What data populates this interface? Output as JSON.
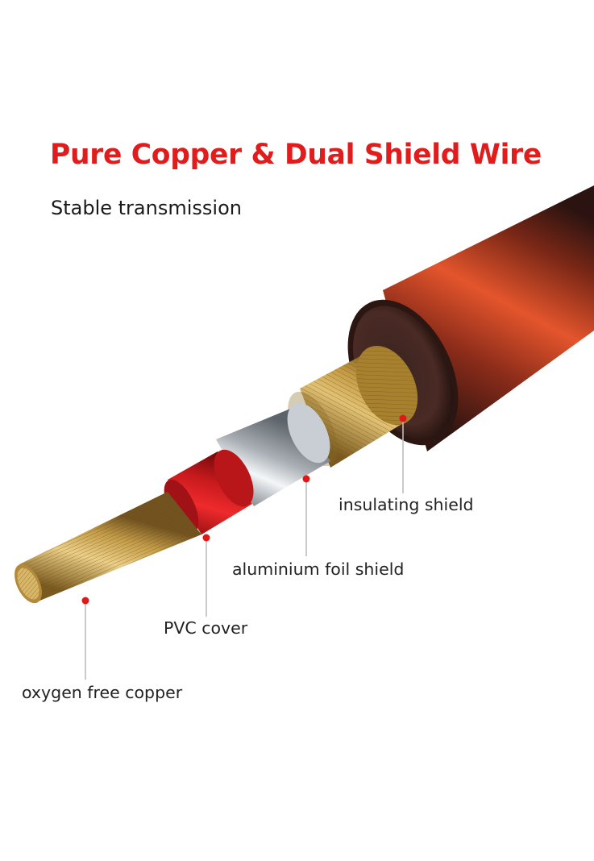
{
  "header": {
    "title": "Pure Copper & Dual Shield Wire",
    "subtitle": "Stable transmission"
  },
  "layers": [
    {
      "id": "insulating-shield",
      "label": "insulating shield",
      "icon": "copper-braid"
    },
    {
      "id": "aluminium-foil-shield",
      "label": "aluminium foil shield",
      "icon": "foil-layer"
    },
    {
      "id": "pvc-cover",
      "label": "PVC cover",
      "icon": "red-sleeve"
    },
    {
      "id": "oxygen-free-copper",
      "label": "oxygen free copper",
      "icon": "copper-strands"
    }
  ],
  "colors": {
    "title": "#e11c1c",
    "text": "#222222",
    "callout_dot": "#e01818",
    "callout_line": "#bdbdbd",
    "jacket_dark": "#3a1812",
    "jacket_glow": "#e0502a",
    "pvc_red": "#dc1f24",
    "foil_silver": "#d9dde2",
    "copper_gold": "#c8a04c"
  }
}
